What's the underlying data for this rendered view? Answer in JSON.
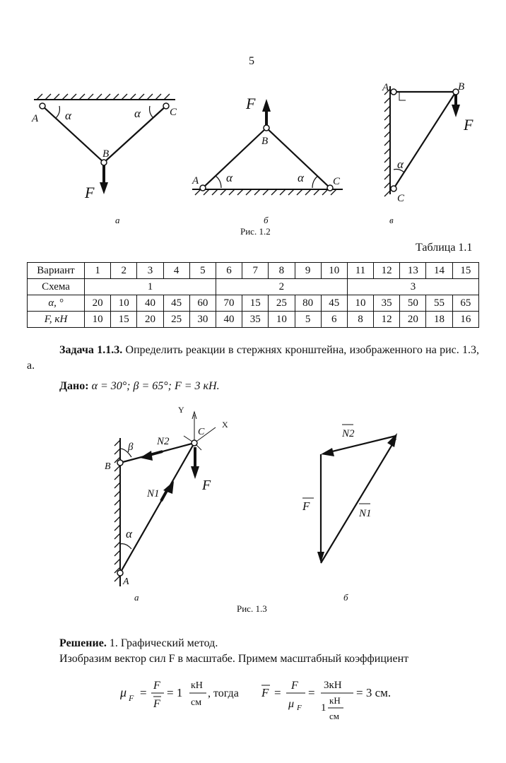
{
  "page_number": "5",
  "fig12": {
    "caption": "Рис. 1.2",
    "a": {
      "label": "а",
      "pt_a": "A",
      "pt_b": "B",
      "pt_c": "C",
      "force": "F",
      "angle": "α"
    },
    "b": {
      "label": "б",
      "pt_a": "A",
      "pt_b": "B",
      "pt_c": "C",
      "force": "F",
      "angle": "α"
    },
    "v": {
      "label": "в",
      "pt_a": "A",
      "pt_b": "B",
      "pt_c": "C",
      "force": "F",
      "angle": "α"
    }
  },
  "table": {
    "title": "Таблица 1.1",
    "row_labels": {
      "variant": "Вариант",
      "scheme": "Схема",
      "alpha": "α, °",
      "force": "F, кН"
    },
    "variants": [
      "1",
      "2",
      "3",
      "4",
      "5",
      "6",
      "7",
      "8",
      "9",
      "10",
      "11",
      "12",
      "13",
      "14",
      "15"
    ],
    "schemes": [
      "1",
      "2",
      "3"
    ],
    "alpha": [
      "20",
      "10",
      "40",
      "45",
      "60",
      "70",
      "15",
      "25",
      "80",
      "45",
      "10",
      "35",
      "50",
      "55",
      "65"
    ],
    "force": [
      "10",
      "15",
      "20",
      "25",
      "30",
      "40",
      "35",
      "10",
      "5",
      "6",
      "8",
      "12",
      "20",
      "18",
      "16"
    ]
  },
  "task": {
    "title": "Задача 1.1.3.",
    "text": "Определить реакции в стержнях кронштейна, изображенного на рис. 1.3, а.",
    "given_label": "Дано:",
    "given_text": "α = 30°;  β = 65°;  F = 3 кН."
  },
  "fig13": {
    "caption": "Рис. 1.3",
    "a": {
      "label": "а",
      "pt_a": "A",
      "pt_b": "B",
      "pt_c": "C",
      "axis_x": "X",
      "axis_y": "Y",
      "force": "F",
      "n1": "N1",
      "n2": "N2",
      "alpha": "α",
      "beta": "β"
    },
    "b": {
      "label": "б",
      "f": "F",
      "n1": "N1",
      "n2": "N2"
    }
  },
  "solution": {
    "title": "Решение.",
    "step": "1. Графический метод.",
    "line2": "Изобразим вектор сил F в масштабе. Примем масштабный коэффициент",
    "formula": {
      "mu": "μ",
      "sub": "F",
      "eq1": "=",
      "num1": "F",
      "den1": "F",
      "eq2": "= 1",
      "unit_num": "кН",
      "unit_den": "см",
      "then": ", тогда",
      "lhs": "F",
      "eq3": "=",
      "num2": "F",
      "den2": "μ",
      "eq4": "=",
      "num3": "3кН",
      "den3_coef": "1",
      "den3_num": "кН",
      "den3_den": "см",
      "result": "= 3  см."
    }
  }
}
